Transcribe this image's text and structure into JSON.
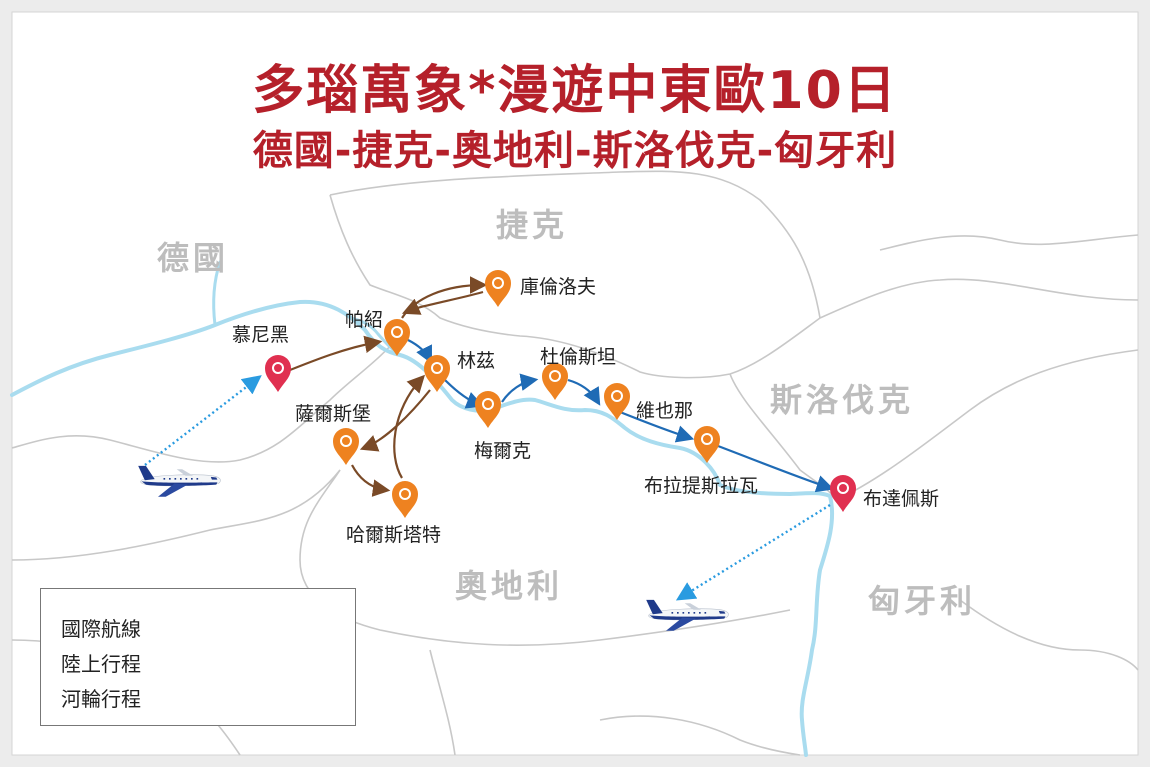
{
  "title": "多瑙萬象*漫遊中東歐10日",
  "subtitle": "德國-捷克-奧地利-斯洛伐克-匈牙利",
  "countries": {
    "germany": "德國",
    "czech": "捷克",
    "austria": "奧地利",
    "slovakia": "斯洛伐克",
    "hungary": "匈牙利"
  },
  "cities": {
    "munich": "慕尼黑",
    "passau": "帕紹",
    "krumlov": "庫倫洛夫",
    "linz": "林茲",
    "durnstein": "杜倫斯坦",
    "melk": "梅爾克",
    "vienna": "維也那",
    "bratislava": "布拉提斯拉瓦",
    "budapest": "布達佩斯",
    "salzburg": "薩爾斯堡",
    "hallstatt": "哈爾斯塔特"
  },
  "legend": {
    "international": "國際航線",
    "land": "陸上行程",
    "river": "河輪行程"
  },
  "colors": {
    "title": "#b5202a",
    "river": "#a9dcef",
    "land_arrow": "#7a4a27",
    "river_arrow": "#1f6bb5",
    "flight": "#2a9be0",
    "pin_orange": "#ee8220",
    "pin_red": "#e03050"
  },
  "icons": [
    "airplane-icon",
    "bus-icon",
    "cruise-ship-icon",
    "map-pin-icon"
  ]
}
